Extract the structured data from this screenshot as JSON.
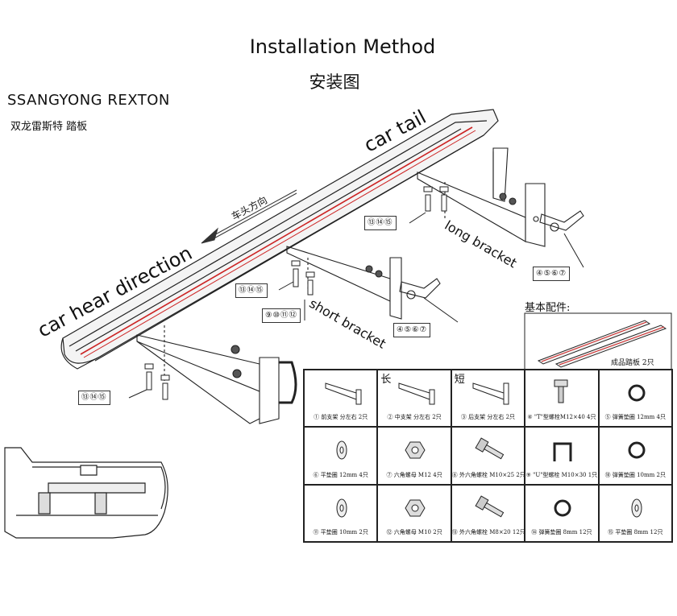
{
  "title_en": "Installation Method",
  "title_cn": "安装图",
  "model": "SSANGYONG  REXTON",
  "model_cn": "双龙雷斯特 踏板",
  "labels": {
    "car_tail": "car tail",
    "car_head": "car hear direction",
    "direction_cn": "车头方向",
    "long_bracket": "long bracket",
    "short_bracket": "short bracket"
  },
  "callouts": {
    "bolts_13_15": "⑬⑭⑮",
    "nuts_4_7": "④⑤⑥⑦",
    "fasteners_9_12": "⑨⑩⑪⑫"
  },
  "parts_panel": {
    "heading": "基本配件:",
    "board_label": "成品踏板 2只",
    "tag_long": "长",
    "tag_short": "短",
    "parts": [
      {
        "caption": "① 前支架 分左右 2只",
        "icon": "front-bracket-icon"
      },
      {
        "caption": "② 中支架 分左右 2只",
        "icon": "middle-bracket-icon"
      },
      {
        "caption": "③ 后支架 分左右 2只",
        "icon": "rear-bracket-icon"
      },
      {
        "caption": "④ \"T\"型螺栓M12×40 4只",
        "icon": "t-bolt-icon"
      },
      {
        "caption": "⑤ 弹簧垫圈 12mm 4只",
        "icon": "spring-washer-icon"
      },
      {
        "caption": "⑥ 平垫圈 12mm 4只",
        "icon": "flat-washer-icon"
      },
      {
        "caption": "⑦ 六角螺母 M12 4只",
        "icon": "hex-nut-icon"
      },
      {
        "caption": "⑧ 外六角螺栓 M10×25 2只",
        "icon": "hex-bolt-icon"
      },
      {
        "caption": "⑨ \"U\"型螺栓 M10×30 1只",
        "icon": "u-bolt-icon"
      },
      {
        "caption": "⑩ 弹簧垫圈 10mm 2只",
        "icon": "spring-washer-icon"
      },
      {
        "caption": "⑪ 平垫圈 10mm 2只",
        "icon": "flat-washer-icon"
      },
      {
        "caption": "⑫ 六角螺母 M10 2只",
        "icon": "hex-nut-icon"
      },
      {
        "caption": "⑬ 外六角螺栓 M8×20 12只",
        "icon": "hex-bolt-icon"
      },
      {
        "caption": "⑭ 弹簧垫圈 8mm 12只",
        "icon": "spring-washer-icon"
      },
      {
        "caption": "⑮ 平垫圈 8mm 12只",
        "icon": "flat-washer-icon"
      }
    ]
  }
}
